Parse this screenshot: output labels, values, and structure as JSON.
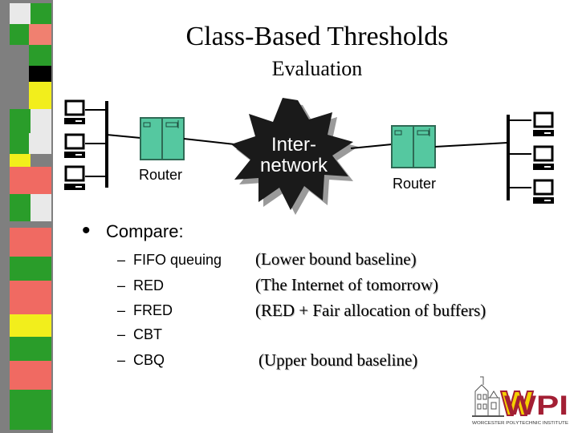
{
  "slide": {
    "title": "Class-Based Thresholds",
    "subtitle": "Evaluation"
  },
  "diagram": {
    "left_router_label": "Router",
    "right_router_label": "Router",
    "cloud_line1": "Inter-",
    "cloud_line2": "network"
  },
  "compare": {
    "heading": "Compare:",
    "items": [
      {
        "label": "FIFO queuing",
        "note": "(Lower bound baseline)"
      },
      {
        "label": "RED",
        "note": "(The Internet of tomorrow)"
      },
      {
        "label": "FRED",
        "note": "(RED + Fair allocation of buffers)"
      },
      {
        "label": "CBT",
        "note": ""
      },
      {
        "label": "CBQ",
        "note": "(Upper bound baseline)"
      }
    ]
  },
  "logo": {
    "text": "WPI",
    "tagline": "WORCESTER POLYTECHNIC INSTITUTE"
  },
  "colors": {
    "router": "#55c8a0",
    "cloud": "#1a1a1a",
    "wpi_red": "#a31f34",
    "wpi_yellow": "#f4d000"
  }
}
